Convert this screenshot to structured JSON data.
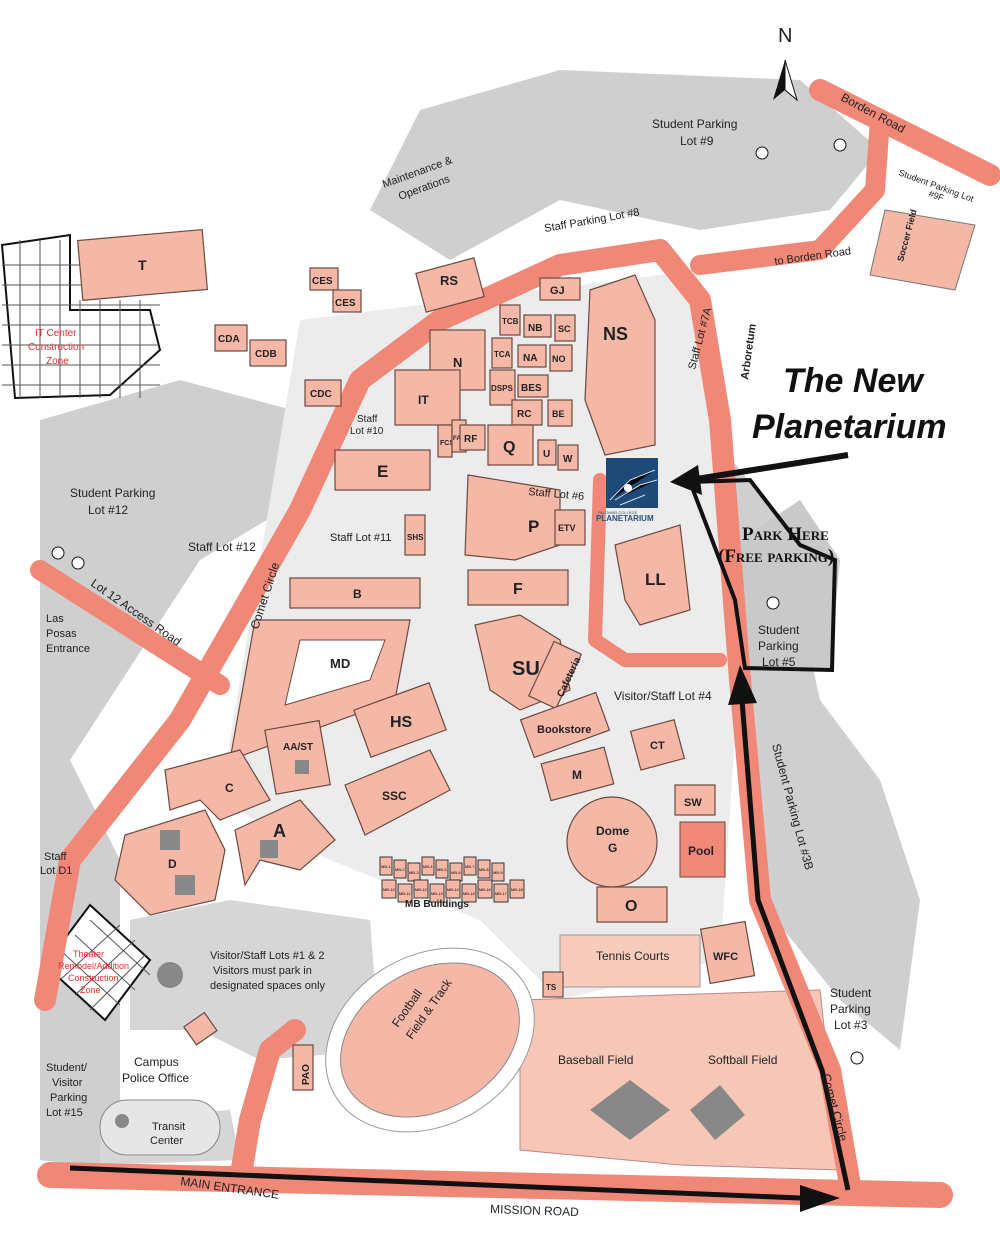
{
  "north": "N",
  "headline": {
    "line1": "The New",
    "line2": "Planetarium"
  },
  "park_here": {
    "line1": "Park Here",
    "line2": "(Free parking)"
  },
  "planetarium_logo": {
    "top": "PALOMAR COLLEGE",
    "name": "PLANETARIUM"
  },
  "roads": {
    "borden_road": "Borden Road",
    "to_borden_road": "to Borden Road",
    "comet_circle_west": "Comet Circle",
    "comet_circle_east": "Comet Circle",
    "lot12_access": "Lot 12 Access Road",
    "main_entrance": "MAIN ENTRANCE",
    "mission_road": "MISSION ROAD"
  },
  "lots": {
    "lot9": [
      "Student Parking",
      "Lot #9"
    ],
    "lot9f": [
      "Student Parking Lot",
      "#9F"
    ],
    "lot8": "Staff Parking Lot #8",
    "lot7a": "Staff Lot #7A",
    "arboretum": "Arboretum",
    "lot12": [
      "Student Parking",
      "Lot #12"
    ],
    "staff12": "Staff Lot #12",
    "staff10": [
      "Staff",
      "Lot #10"
    ],
    "staff11": "Staff Lot #11",
    "staff6": "Staff Lot #6",
    "lot5": [
      "Student",
      "Parking",
      "Lot #5"
    ],
    "lot4": "Visitor/Staff Lot #4",
    "lot3b": "Student Parking Lot #3B",
    "lot3": [
      "Student",
      "Parking",
      "Lot #3"
    ],
    "las_posas": [
      "Las",
      "Posas",
      "Entrance"
    ],
    "staffd1": [
      "Staff",
      "Lot D1"
    ],
    "lots12": [
      "Visitor/Staff Lots #1 & 2",
      "Visitors must park in",
      "designated spaces only"
    ],
    "lot15": [
      "Student/",
      "Visitor",
      "Parking",
      "Lot #15"
    ],
    "campus_police": [
      "Campus",
      "Police Office"
    ],
    "transit": [
      "Transit",
      "Center"
    ],
    "maintenance": [
      "Maintenance &",
      "Operations"
    ]
  },
  "zones": {
    "it_center": [
      "IT Center",
      "Construction",
      "Zone"
    ],
    "theater": [
      "Theater",
      "Remodel/Addition",
      "Construction",
      "Zone"
    ]
  },
  "facilities": {
    "soccer": "Soccer Field",
    "tennis": "Tennis Courts",
    "football": [
      "Football",
      "Field & Track"
    ],
    "baseball": "Baseball Field",
    "softball": "Softball Field",
    "mb_buildings": "MB Buildings",
    "pool": "Pool",
    "dome": [
      "Dome",
      "G"
    ]
  },
  "buildings": {
    "T": "T",
    "RS": "RS",
    "GJ": "GJ",
    "CES1": "CES",
    "CES2": "CES",
    "CDA": "CDA",
    "CDB": "CDB",
    "CDC": "CDC",
    "N": "N",
    "IT": "IT",
    "TCB": "TCB",
    "NB": "NB",
    "SC": "SC",
    "TCA": "TCA",
    "NA": "NA",
    "NO": "NO",
    "DSPS": "DSPS",
    "BES": "BES",
    "RC": "RC",
    "BE": "BE",
    "NS": "NS",
    "FCS": "FCS",
    "FASH": "FASH",
    "RF": "RF",
    "Q": "Q",
    "U": "U",
    "W": "W",
    "E": "E",
    "P": "P",
    "ETV": "ETV",
    "SHS": "SHS",
    "LL": "LL",
    "B": "B",
    "F": "F",
    "MD": "MD",
    "SU": "SU",
    "Cafeteria": "Cafeteria",
    "Bookstore": "Bookstore",
    "AAST": "AA/ST",
    "HS": "HS",
    "CT": "CT",
    "C": "C",
    "M": "M",
    "SSC": "SSC",
    "SW": "SW",
    "A": "A",
    "D": "D",
    "O": "O",
    "WFC": "WFC",
    "TS": "TS",
    "PAO": "PAO"
  },
  "mb_labels": [
    "MB-1",
    "MB-2",
    "MB-3",
    "MB-4",
    "MB-5",
    "MB-6",
    "MB-7",
    "MB-8",
    "MB-9",
    "MB-10",
    "MB-11",
    "MB-12",
    "MB-13",
    "MB-14",
    "MB-15",
    "MB-16",
    "MB-17",
    "MB-18"
  ],
  "colors": {
    "road": "#f08878",
    "building": "#f6b8a6",
    "lot": "#c9c9c9",
    "construction": "#e03030"
  }
}
